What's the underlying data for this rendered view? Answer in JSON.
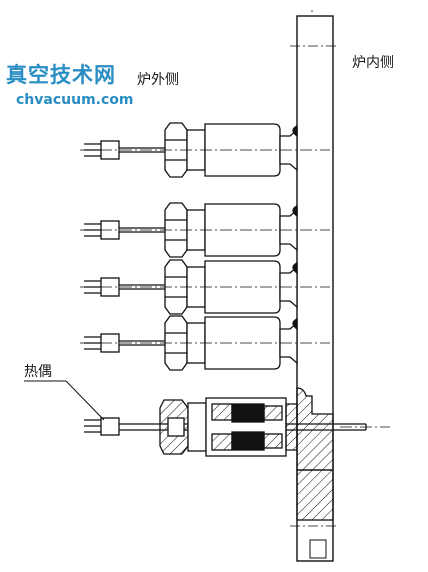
{
  "labels": {
    "outer_side": "炉外侧",
    "inner_side": "炉内侧",
    "thermocouple": "热偶"
  },
  "watermark": {
    "cn": "真空技术网",
    "url": "chvacuum.com"
  },
  "colors": {
    "line": "#111111",
    "watermark": "#2a8ec4"
  }
}
